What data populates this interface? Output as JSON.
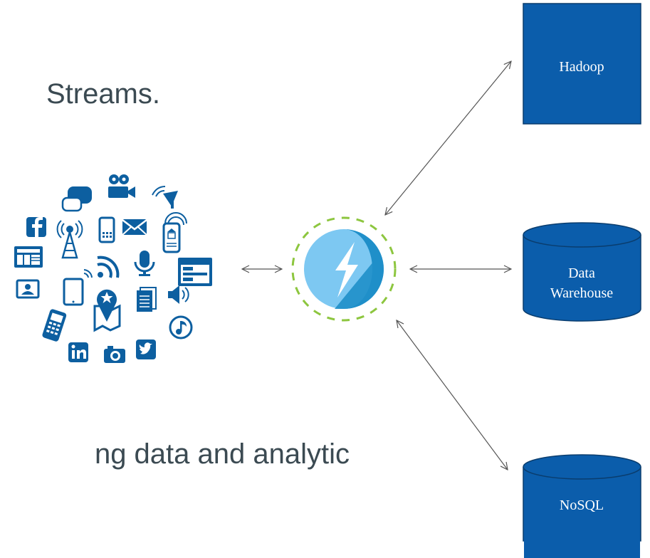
{
  "slide": {
    "headline_fragment": "Streams.",
    "subline_fragment": "ng data and analytic"
  },
  "hub": {
    "icon": "lightning-bolt-icon",
    "ring_color": "#8dc63f",
    "disc_light": "#7dc8f2",
    "disc_dark": "#1f8fc9"
  },
  "stores": {
    "hadoop": {
      "label": "Hadoop",
      "shape": "box"
    },
    "warehouse": {
      "label_line1": "Data",
      "label_line2": "Warehouse",
      "shape": "cylinder"
    },
    "nosql": {
      "label": "NoSQL",
      "shape": "cylinder"
    }
  },
  "source_icons": [
    "chat-bubbles-icon",
    "video-camera-icon",
    "satellite-dish-icon",
    "facebook-icon",
    "radio-tower-icon",
    "mobile-phone-icon",
    "email-icon",
    "smartphone-bank-icon",
    "newspaper-icon",
    "rss-feed-icon",
    "microphone-icon",
    "web-page-icon",
    "contact-card-icon",
    "tablet-icon",
    "map-location-icon",
    "documents-icon",
    "speaker-icon",
    "calculator-phone-icon",
    "music-note-icon",
    "linkedin-icon",
    "camera-icon",
    "twitter-icon"
  ],
  "colors": {
    "icon_blue": "#0d5fa0",
    "store_fill": "#0b5dab",
    "store_stroke": "#0a3d6e",
    "arrow": "#555555"
  }
}
